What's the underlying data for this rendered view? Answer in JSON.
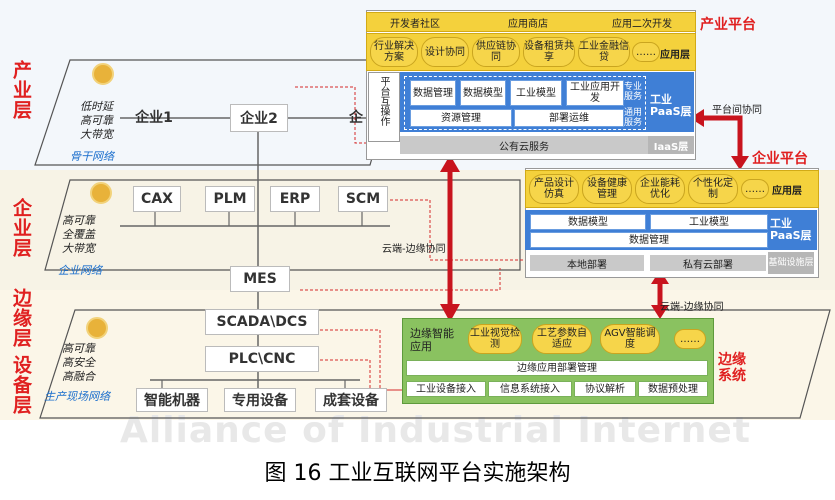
{
  "layers": {
    "industry": "产业层",
    "enterprise": "企业层",
    "edge": "边缘层",
    "device": "设备层"
  },
  "networks": {
    "backbone": {
      "lines": [
        "低时延",
        "高可靠",
        "大带宽"
      ],
      "name": "骨干网络"
    },
    "enterprise": {
      "lines": [
        "高可靠",
        "全覆盖",
        "大带宽"
      ],
      "name": "企业网络"
    },
    "field": {
      "lines": [
        "高可靠",
        "高安全",
        "高融合"
      ],
      "name": "生产现场网络"
    }
  },
  "nodes": {
    "enterprise1": "企业1",
    "enterprise2": "企业2",
    "enterprise3": "企",
    "cax": "CAX",
    "plm": "PLM",
    "erp": "ERP",
    "scm": "SCM",
    "mes": "MES",
    "scada": "SCADA\\DCS",
    "plc": "PLC\\CNC",
    "robot": "智能机器",
    "special": "专用设备",
    "set": "成套设备"
  },
  "industry_platform": {
    "title": "产业平台",
    "top_tabs": [
      "开发者社区",
      "应用商店",
      "应用二次开发"
    ],
    "apps": [
      "行业解决方案",
      "设计协同",
      "供应链协同",
      "设备租赁共享",
      "工业金融信贷",
      "……"
    ],
    "app_layer": "应用层",
    "interop": "平台互操作",
    "data_cells": [
      "数据管理",
      "数据模型",
      "工业模型",
      "工业应用开发"
    ],
    "special_service": "专业服务",
    "general_service": "通用服务",
    "resource": "资源管理",
    "deploy": "部署运维",
    "paas": "工业PaaS层",
    "iaas_bar": "公有云服务",
    "iaas": "IaaS层"
  },
  "enterprise_platform": {
    "title": "企业平台",
    "apps": [
      "产品设计仿真",
      "设备健康管理",
      "企业能耗优化",
      "个性化定制",
      "……"
    ],
    "app_layer": "应用层",
    "cells": [
      "数据模型",
      "工业模型"
    ],
    "data_mgmt": "数据管理",
    "paas": "工业PaaS层",
    "local": "本地部署",
    "private": "私有云部署",
    "infra": "基础设施层"
  },
  "edge_system": {
    "title": "边缘系统",
    "intelligent": "边缘智能应用",
    "apps": [
      "工业视觉检测",
      "工艺参数自适应",
      "AGV智能调度",
      "……"
    ],
    "deploy": "边缘应用部署管理",
    "bottom": [
      "工业设备接入",
      "信息系统接入",
      "协议解析",
      "数据预处理"
    ]
  },
  "annotations": {
    "platform_collab": "平台间协同",
    "cloud_edge1": "云端-边缘协同",
    "cloud_edge2": "云端-边缘协同"
  },
  "watermark": "Alliance of Industrial Internet",
  "caption": "图 16  工业互联网平台实施架构",
  "colors": {
    "accent_red": "#e02020",
    "platform_yellow": "#f4d13c",
    "paas_blue": "#3f7fd6",
    "edge_green": "#7ab15a",
    "arrow_red": "#c8141e"
  }
}
